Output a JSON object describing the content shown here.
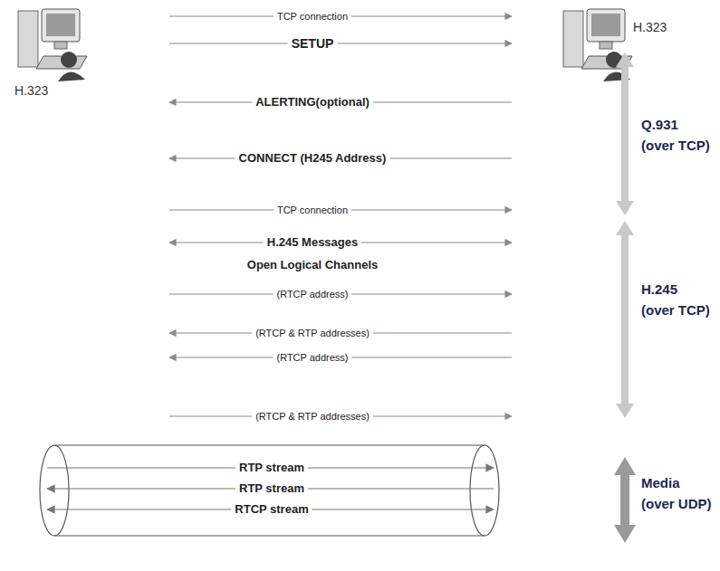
{
  "diagram": {
    "nodes": [
      {
        "text": [
          "H.323"
        ]
      },
      {
        "text": [
          "H.323"
        ]
      }
    ],
    "edges": [
      {
        "from": 0,
        "to": 1,
        "arrow": "to",
        "label": "TCP connection"
      },
      {
        "from": 0,
        "to": 1,
        "arrow": "to",
        "label": "SETUP"
      },
      {
        "from": 1,
        "to": 0,
        "arrow": "to",
        "label": "ALERTING(optional)"
      },
      {
        "from": 1,
        "to": 0,
        "arrow": "to",
        "label": "CONNECT (H245 Address)"
      },
      {
        "from": 0,
        "to": 1,
        "arrow": "to",
        "label": "TCP connection"
      },
      {
        "from": 0,
        "to": 1,
        "arrow": "both",
        "label": "H.245 Messages"
      },
      {
        "from": 0,
        "to": 1,
        "arrow": "to",
        "label": "(RTCP address)"
      },
      {
        "from": 1,
        "to": 0,
        "arrow": "to",
        "label": "(RTCP & RTP addresses)"
      },
      {
        "from": 1,
        "to": 0,
        "arrow": "to",
        "label": "(RTCP address)"
      },
      {
        "from": 0,
        "to": 1,
        "arrow": "to",
        "label": "(RTCP & RTP addresses)"
      }
    ],
    "labels": [
      "Open Logical Channels",
      "Q.931 (over TCP)",
      "H.245 (over TCP)",
      "Media (over UDP)",
      "RTP stream",
      "RTP stream",
      "RTCP stream"
    ]
  }
}
